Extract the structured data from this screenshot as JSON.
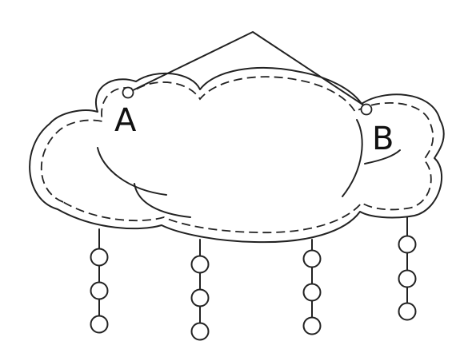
{
  "diagram": {
    "points": [
      {
        "id": "A",
        "label": "A"
      },
      {
        "id": "B",
        "label": "B"
      }
    ],
    "strands": [
      {
        "beads": 3
      },
      {
        "beads": 3
      },
      {
        "beads": 3
      },
      {
        "beads": 3
      }
    ],
    "colors": {
      "ink": "#222222",
      "background": "#ffffff"
    }
  }
}
